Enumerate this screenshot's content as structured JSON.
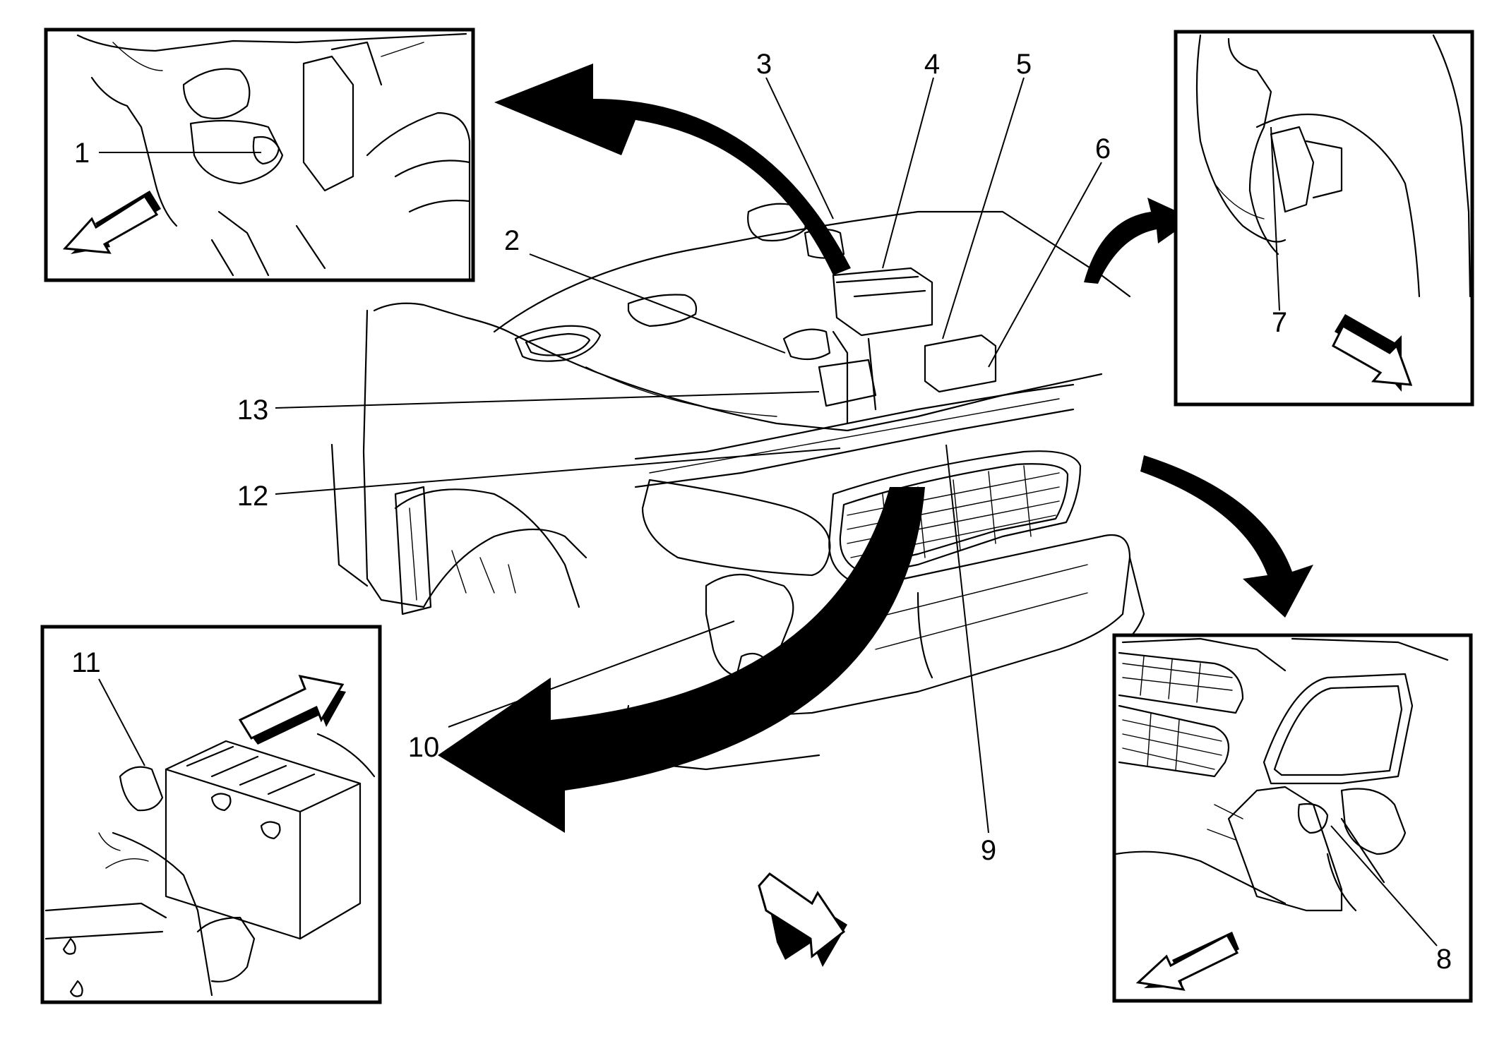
{
  "callouts": {
    "c1": "1",
    "c2": "2",
    "c3": "3",
    "c4": "4",
    "c5": "5",
    "c6": "6",
    "c7": "7",
    "c8": "8",
    "c9": "9",
    "c10": "10",
    "c11": "11",
    "c12": "12",
    "c13": "13"
  },
  "insets": [
    "top-left",
    "top-right",
    "bottom-left",
    "bottom-right"
  ],
  "colors": {
    "ink": "#000000",
    "paper": "#ffffff"
  },
  "icons": [
    "direction-arrow-icon",
    "view-transfer-arrow-icon"
  ]
}
